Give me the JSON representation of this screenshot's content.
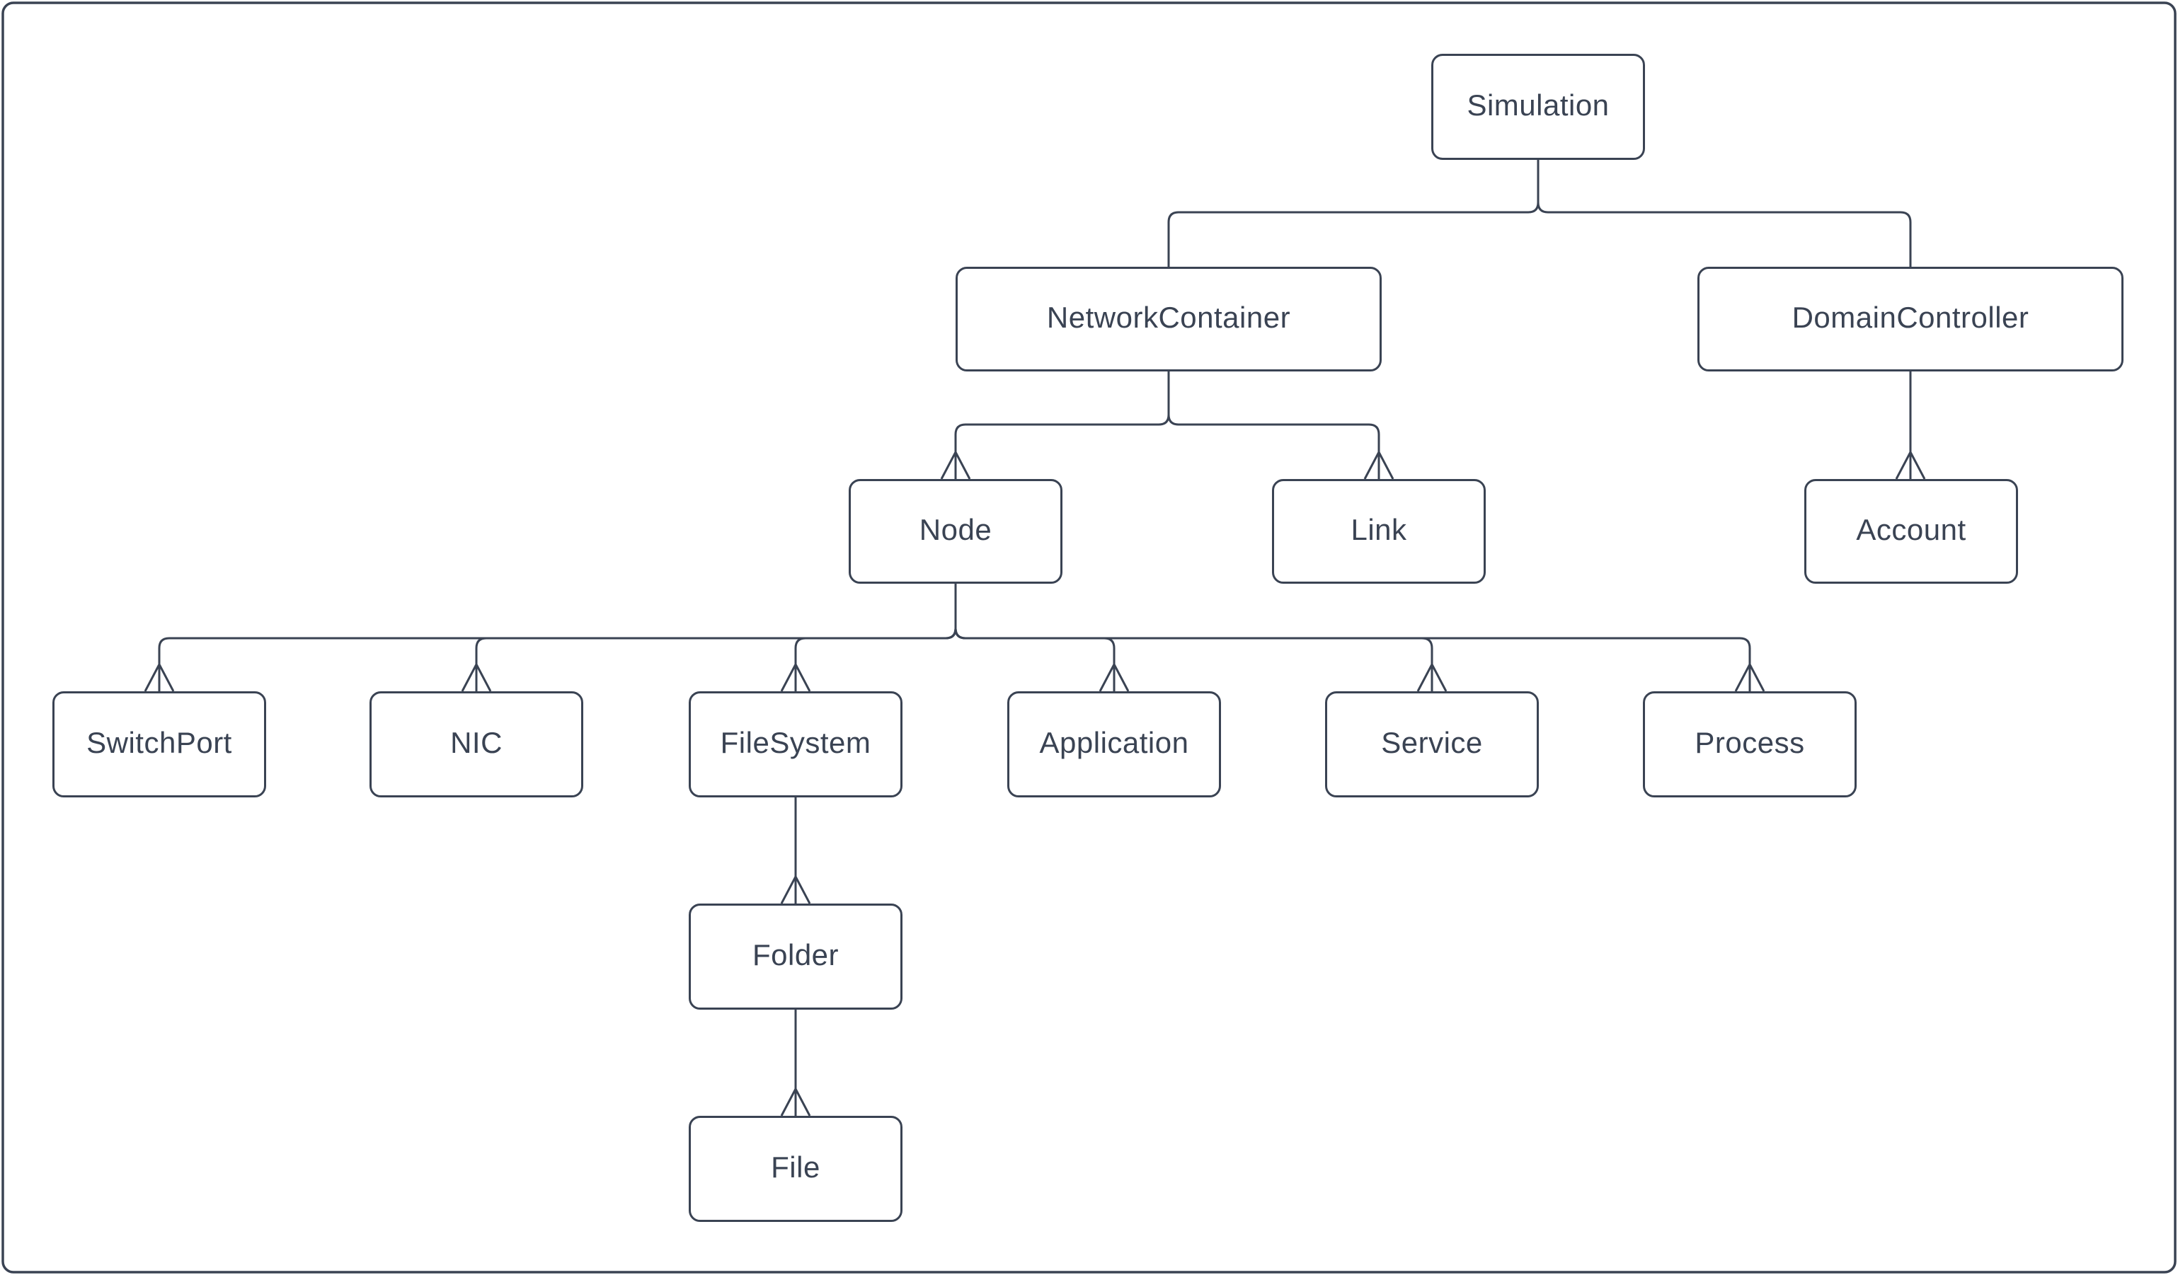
{
  "diagram": {
    "type": "class-hierarchy-tree",
    "orientation": "top-down",
    "arrow_style": "open-chevron-at-child-pointing-up"
  },
  "colors": {
    "stroke": "#3a4353",
    "text": "#3a4353",
    "background": "#ffffff"
  },
  "nodes": {
    "simulation": {
      "label": "Simulation"
    },
    "network_container": {
      "label": "NetworkContainer"
    },
    "domain_controller": {
      "label": "DomainController"
    },
    "node": {
      "label": "Node"
    },
    "link": {
      "label": "Link"
    },
    "account": {
      "label": "Account"
    },
    "switch_port": {
      "label": "SwitchPort"
    },
    "nic": {
      "label": "NIC"
    },
    "file_system": {
      "label": "FileSystem"
    },
    "application": {
      "label": "Application"
    },
    "service": {
      "label": "Service"
    },
    "process": {
      "label": "Process"
    },
    "folder": {
      "label": "Folder"
    },
    "file": {
      "label": "File"
    }
  },
  "edges": [
    {
      "from": "Simulation",
      "to": "NetworkContainer",
      "arrowhead": false
    },
    {
      "from": "Simulation",
      "to": "DomainController",
      "arrowhead": false
    },
    {
      "from": "NetworkContainer",
      "to": "Node",
      "arrowhead": true
    },
    {
      "from": "NetworkContainer",
      "to": "Link",
      "arrowhead": true
    },
    {
      "from": "DomainController",
      "to": "Account",
      "arrowhead": true
    },
    {
      "from": "Node",
      "to": "SwitchPort",
      "arrowhead": true
    },
    {
      "from": "Node",
      "to": "NIC",
      "arrowhead": true
    },
    {
      "from": "Node",
      "to": "FileSystem",
      "arrowhead": true
    },
    {
      "from": "Node",
      "to": "Application",
      "arrowhead": true
    },
    {
      "from": "Node",
      "to": "Service",
      "arrowhead": true
    },
    {
      "from": "Node",
      "to": "Process",
      "arrowhead": true
    },
    {
      "from": "FileSystem",
      "to": "Folder",
      "arrowhead": true
    },
    {
      "from": "Folder",
      "to": "File",
      "arrowhead": true
    }
  ]
}
